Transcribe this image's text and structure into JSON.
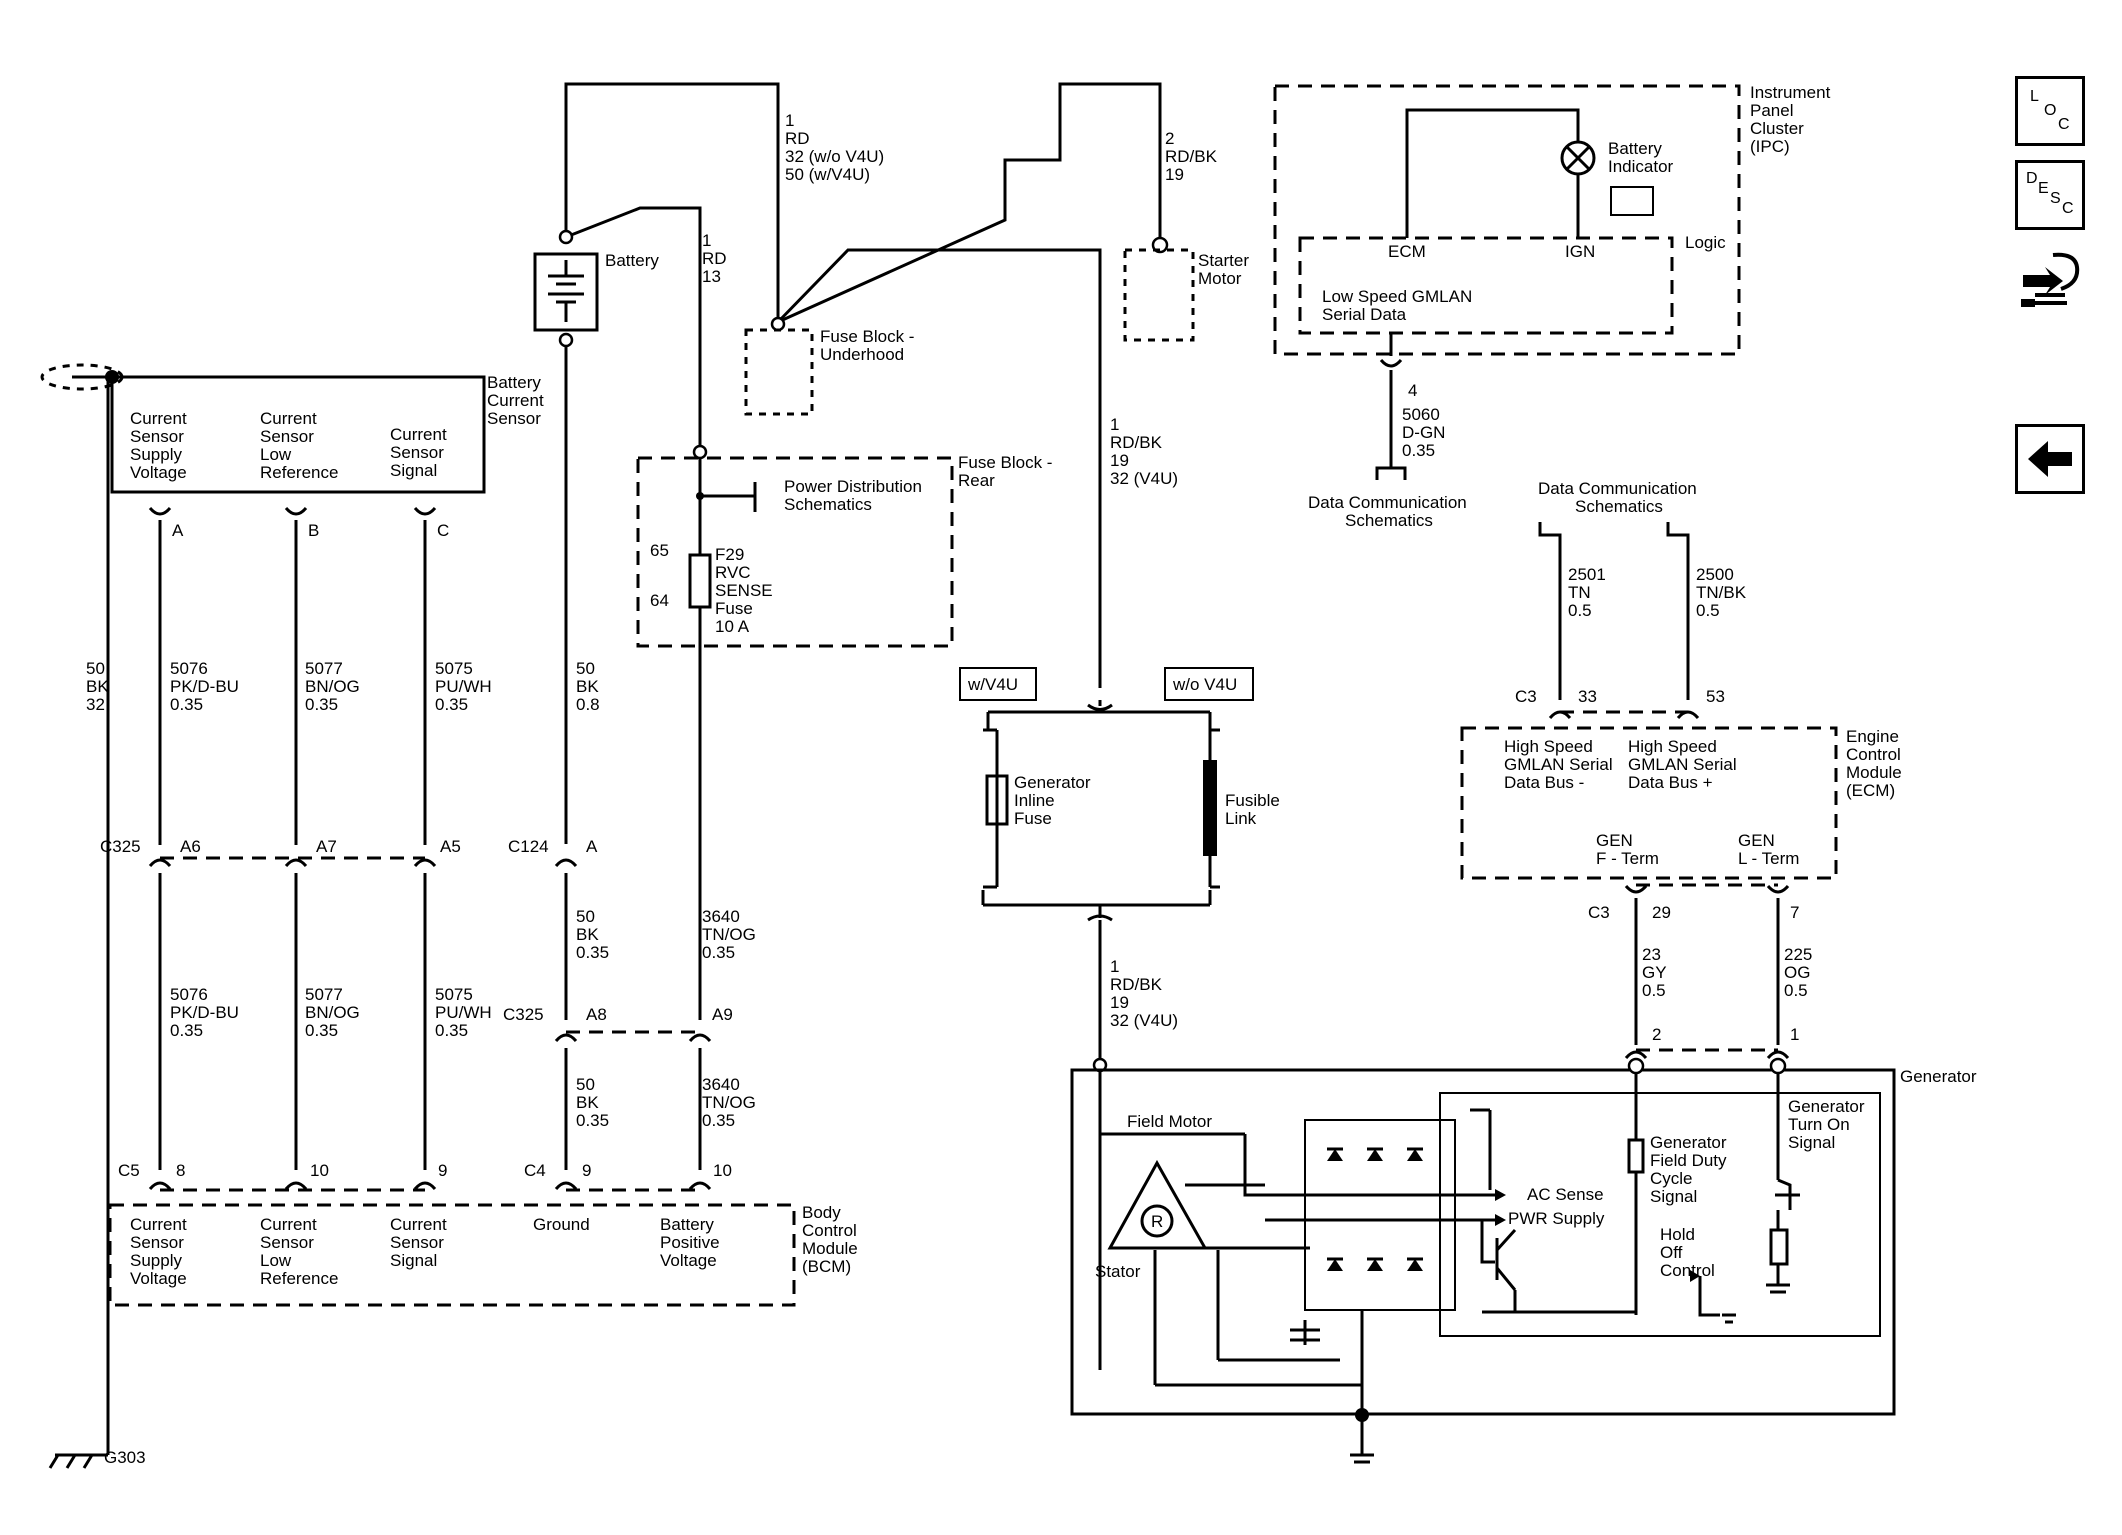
{
  "battery": {
    "label": "Battery"
  },
  "battery_current_sensor": {
    "name": [
      "Battery",
      "Current",
      "Sensor"
    ],
    "pins": [
      {
        "label": [
          "Current",
          "Sensor",
          "Supply",
          "Voltage"
        ],
        "pin": "A"
      },
      {
        "label": [
          "Current",
          "Sensor",
          "Low",
          "Reference"
        ],
        "pin": "B"
      },
      {
        "label": [
          "Current",
          "Sensor",
          "Signal"
        ],
        "pin": "C"
      }
    ]
  },
  "ground": {
    "label": "G303"
  },
  "wires": {
    "battery_pos": [
      "1",
      "RD",
      "32 (w/o V4U)",
      "50 (w/V4U)"
    ],
    "rvc_feed": [
      "1",
      "RD",
      "13"
    ],
    "starter": [
      "2",
      "RD/BK",
      "19"
    ],
    "gen_feed_top": [
      "1",
      "RD/BK",
      "19",
      "32 (V4U)"
    ],
    "gen_feed_bottom": [
      "1",
      "RD/BK",
      "19",
      "32 (V4U)"
    ],
    "ground_left": [
      "50",
      "BK",
      "32"
    ],
    "w5076": [
      "5076",
      "PK/D-BU",
      "0.35"
    ],
    "w5077": [
      "5077",
      "BN/OG",
      "0.35"
    ],
    "w5075": [
      "5075",
      "PU/WH",
      "0.35"
    ],
    "bk_08": [
      "50",
      "BK",
      "0.8"
    ],
    "bk_035a": [
      "50",
      "BK",
      "0.35"
    ],
    "bk_035b": [
      "50",
      "BK",
      "0.35"
    ],
    "tn_og_a": [
      "3640",
      "TN/OG",
      "0.35"
    ],
    "tn_og_b": [
      "3640",
      "TN/OG",
      "0.35"
    ],
    "w5060": [
      "5060",
      "D-GN",
      "0.35"
    ],
    "w2501": [
      "2501",
      "TN",
      "0.5"
    ],
    "w2500": [
      "2500",
      "TN/BK",
      "0.5"
    ],
    "w23": [
      "23",
      "GY",
      "0.5"
    ],
    "w225": [
      "225",
      "OG",
      "0.5"
    ]
  },
  "connectors": {
    "c325": "C325",
    "a6": "A6",
    "a7": "A7",
    "a5": "A5",
    "c124": "C124",
    "c124_pin": "A",
    "c325b": "C325",
    "a8": "A8",
    "a9": "A9",
    "c5": "C5",
    "c5_p1": "8",
    "c5_p2": "10",
    "c5_p3": "9",
    "c4": "C4",
    "c4_p1": "9",
    "c4_p2": "10",
    "ipc_pin": "4",
    "ecm_c3_top": "C3",
    "ecm_p33": "33",
    "ecm_p53": "53",
    "ecm_c3_bot": "C3",
    "ecm_p29": "29",
    "ecm_p7": "7",
    "gen_p2": "2",
    "gen_p1": "1"
  },
  "fuse_block_underhood": [
    "Fuse Block -",
    "Underhood"
  ],
  "fuse_block_rear": {
    "name": [
      "Fuse Block -",
      "Rear"
    ],
    "power_dist": [
      "Power Distribution",
      "Schematics"
    ],
    "pin65": "65",
    "pin64": "64",
    "fuse": [
      "F29",
      "RVC",
      "SENSE",
      "Fuse",
      "10 A"
    ]
  },
  "starter_motor": [
    "Starter",
    "Motor"
  ],
  "options": {
    "with": "w/V4U",
    "without": "w/o V4U"
  },
  "generator_inline_fuse": [
    "Generator",
    "Inline",
    "Fuse"
  ],
  "fusible_link": [
    "Fusible",
    "Link"
  ],
  "ipc": {
    "name": [
      "Instrument",
      "Panel",
      "Cluster",
      "(IPC)"
    ],
    "battery_indicator": [
      "Battery",
      "Indicator"
    ],
    "ecm": "ECM",
    "ign": "IGN",
    "logic": "Logic",
    "gmlan": [
      "Low Speed GMLAN",
      "Serial Data"
    ]
  },
  "data_comm_1": [
    "Data Communication",
    "Schematics"
  ],
  "data_comm_2": [
    "Data Communication",
    "Schematics"
  ],
  "ecm": {
    "name": [
      "Engine",
      "Control",
      "Module",
      "(ECM)"
    ],
    "hs_minus": [
      "High Speed",
      "GMLAN Serial",
      "Data Bus -"
    ],
    "hs_plus": [
      "High Speed",
      "GMLAN Serial",
      "Data Bus +"
    ],
    "gen_f": [
      "GEN",
      "F - Term"
    ],
    "gen_l": [
      "GEN",
      "L - Term"
    ]
  },
  "bcm": {
    "name": [
      "Body",
      "Control",
      "Module",
      "(BCM)"
    ],
    "pins": [
      [
        "Current",
        "Sensor",
        "Supply",
        "Voltage"
      ],
      [
        "Current",
        "Sensor",
        "Low",
        "Reference"
      ],
      [
        "Current",
        "Sensor",
        "Signal"
      ],
      [
        "Ground"
      ],
      [
        "Battery",
        "Positive",
        "Voltage"
      ]
    ]
  },
  "generator": {
    "name": "Generator",
    "field_motor": "Field Motor",
    "stator": "Stator",
    "regulator": "R",
    "ac_sense": "AC Sense",
    "pwr_supply": "PWR Supply",
    "field_duty": [
      "Generator",
      "Field Duty",
      "Cycle",
      "Signal"
    ],
    "turn_on": [
      "Generator",
      "Turn On",
      "Signal"
    ],
    "hold_off": [
      "Hold",
      "Off",
      "Control"
    ]
  },
  "nav": {
    "loc": [
      "L",
      "O",
      "C"
    ],
    "desc": [
      "D",
      "E",
      "S",
      "C"
    ]
  },
  "icons": {
    "nav_loc": "loc-icon",
    "nav_desc": "desc-icon",
    "nav_connector": "connector-view-icon",
    "nav_back": "back-arrow-icon"
  }
}
